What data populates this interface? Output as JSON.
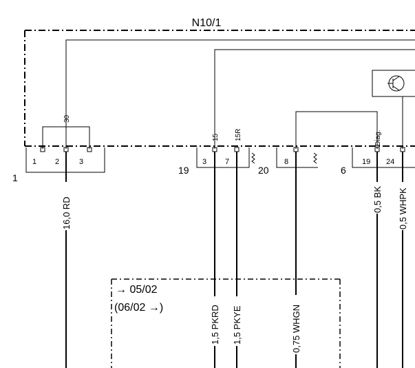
{
  "module": {
    "label": "N10/1"
  },
  "connectors": {
    "c1": {
      "label": "1",
      "pins": [
        "1",
        "2",
        "3"
      ]
    },
    "c19": {
      "label": "19",
      "pins": [
        "3",
        "7"
      ]
    },
    "c20": {
      "label": "20",
      "pins": [
        "8"
      ]
    },
    "c6": {
      "label": "6",
      "pins": [
        "19",
        "24"
      ]
    }
  },
  "terminals": {
    "t30": "30",
    "t15": "15",
    "t15r": "15R",
    "tdiag": "Diag."
  },
  "wires": {
    "w1": "16,0 RD",
    "w2": "1,5 PKRD",
    "w3": "1,5 PKYE",
    "w4": "0,75 WHGN",
    "w5": "0,5 BK",
    "w6": "0,5 WHPK"
  },
  "variant": {
    "line1": "→ 05/02",
    "line2": "(06/02 →)"
  }
}
